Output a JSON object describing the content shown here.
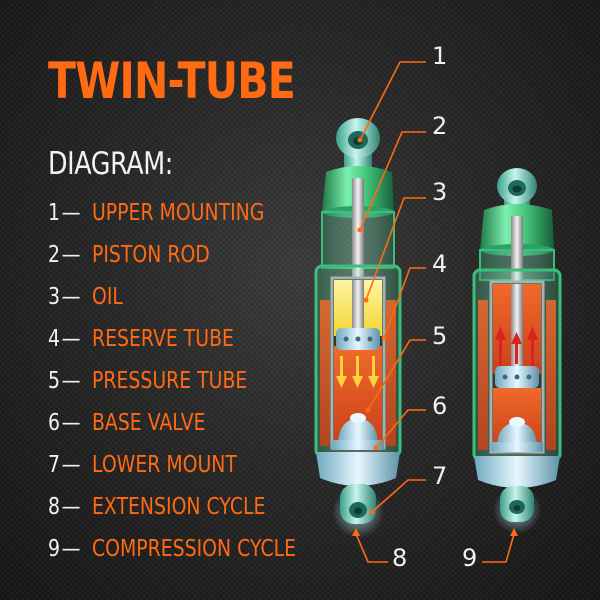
{
  "title": "TWIN-TUBE",
  "subtitle": "DIAGRAM:",
  "legend": [
    {
      "num": "1",
      "label": "UPPER MOUNTING"
    },
    {
      "num": "2",
      "label": "PISTON ROD"
    },
    {
      "num": "3",
      "label": "OIL"
    },
    {
      "num": "4",
      "label": "RESERVE TUBE"
    },
    {
      "num": "5",
      "label": "PRESSURE TUBE"
    },
    {
      "num": "6",
      "label": "BASE VALVE"
    },
    {
      "num": "7",
      "label": "LOWER MOUNT"
    },
    {
      "num": "8",
      "label": "EXTENSION CYCLE"
    },
    {
      "num": "9",
      "label": "COMPRESSION CYCLE"
    }
  ],
  "callouts": [
    "1",
    "2",
    "3",
    "4",
    "5",
    "6",
    "7",
    "8",
    "9"
  ],
  "colors": {
    "accent": "#ff6a13",
    "text": "#f2f2f2",
    "shell": "#4fd98a",
    "oil_yellow": "#f2e23a",
    "oil_orange": "#e4521c",
    "valve": "#bfe6f2"
  },
  "dash": "—"
}
